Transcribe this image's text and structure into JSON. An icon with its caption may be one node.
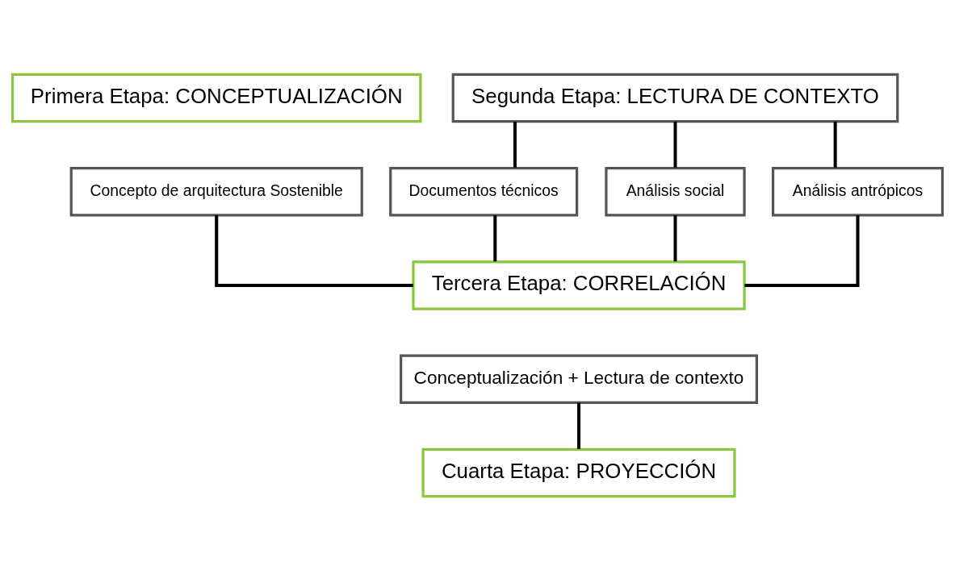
{
  "diagram": {
    "nodes": [
      {
        "text": [
          "Primera Etapa: CONCEPTUALIZACIÓN"
        ]
      },
      {
        "text": [
          "Concepto de arquitectura Sostenible"
        ]
      },
      {
        "text": [
          "Segunda Etapa: LECTURA DE CONTEXTO"
        ]
      },
      {
        "text": [
          "Documentos técnicos"
        ]
      },
      {
        "text": [
          "Análisis social"
        ]
      },
      {
        "text": [
          "Análisis antrópicos"
        ]
      },
      {
        "text": [
          "Tercera Etapa: CORRELACIÓN"
        ]
      },
      {
        "text": [
          "Conceptualización + Lectura de contexto"
        ]
      },
      {
        "text": [
          "Cuarta Etapa: PROYECCIÓN"
        ]
      }
    ],
    "edges": [
      {
        "from": 2,
        "to": 3,
        "arrow": "none"
      },
      {
        "from": 2,
        "to": 4,
        "arrow": "none"
      },
      {
        "from": 2,
        "to": 5,
        "arrow": "none"
      },
      {
        "from": 1,
        "to": 6,
        "arrow": "none"
      },
      {
        "from": 3,
        "to": 6,
        "arrow": "none"
      },
      {
        "from": 4,
        "to": 6,
        "arrow": "none"
      },
      {
        "from": 5,
        "to": 6,
        "arrow": "none"
      },
      {
        "from": 7,
        "to": 8,
        "arrow": "none"
      }
    ]
  }
}
